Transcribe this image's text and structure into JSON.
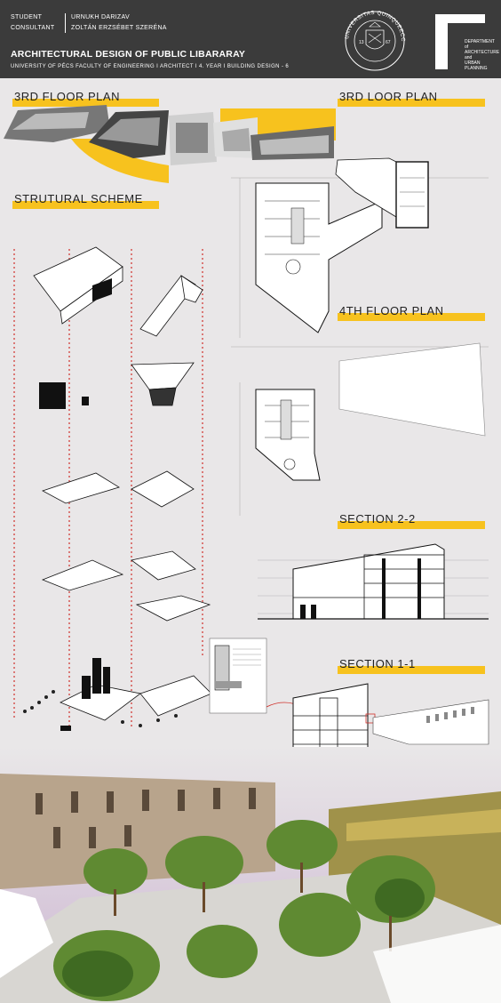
{
  "header": {
    "student_label": "STUDENT",
    "consultant_label": "CONSULTANT",
    "student_name": "URNUKH DARIZAV",
    "consultant_name": "ZOLTÁN ERZSÉBET SZERÉNA",
    "title": "ARCHITECTURAL DESIGN OF PUBLIC LIBARARAY",
    "subtitle": "UNIVERSITY OF PÉCS   FACULTY OF ENGINEERING   I   ARCHITECT   I   4. YEAR   I   BUILDING DESIGN - 6",
    "seal_text": "UNIVERSITAS QUINQUEECCLESIENSIS",
    "seal_year_left": "13",
    "seal_year_right": "67",
    "dept_lines": [
      "DEPARTMENT",
      "of",
      "ARCHITECTURE",
      "and",
      "URBAN",
      "PLANNING"
    ]
  },
  "sections": {
    "floor3_left": "3RD    FLOOR    PLAN",
    "floor3_right": "3RD    LOOR    PLAN",
    "structural": "STRUTURAL    SCHEME",
    "floor4": "4TH    FLOOR    PLAN",
    "section22": "SECTION         2-2",
    "section11": "SECTION         1-1"
  },
  "colors": {
    "header_bg": "#3b3b3b",
    "accent_yellow": "#f7c21e",
    "background": "#e9e7e8",
    "dotted_red": "#d0302a"
  }
}
